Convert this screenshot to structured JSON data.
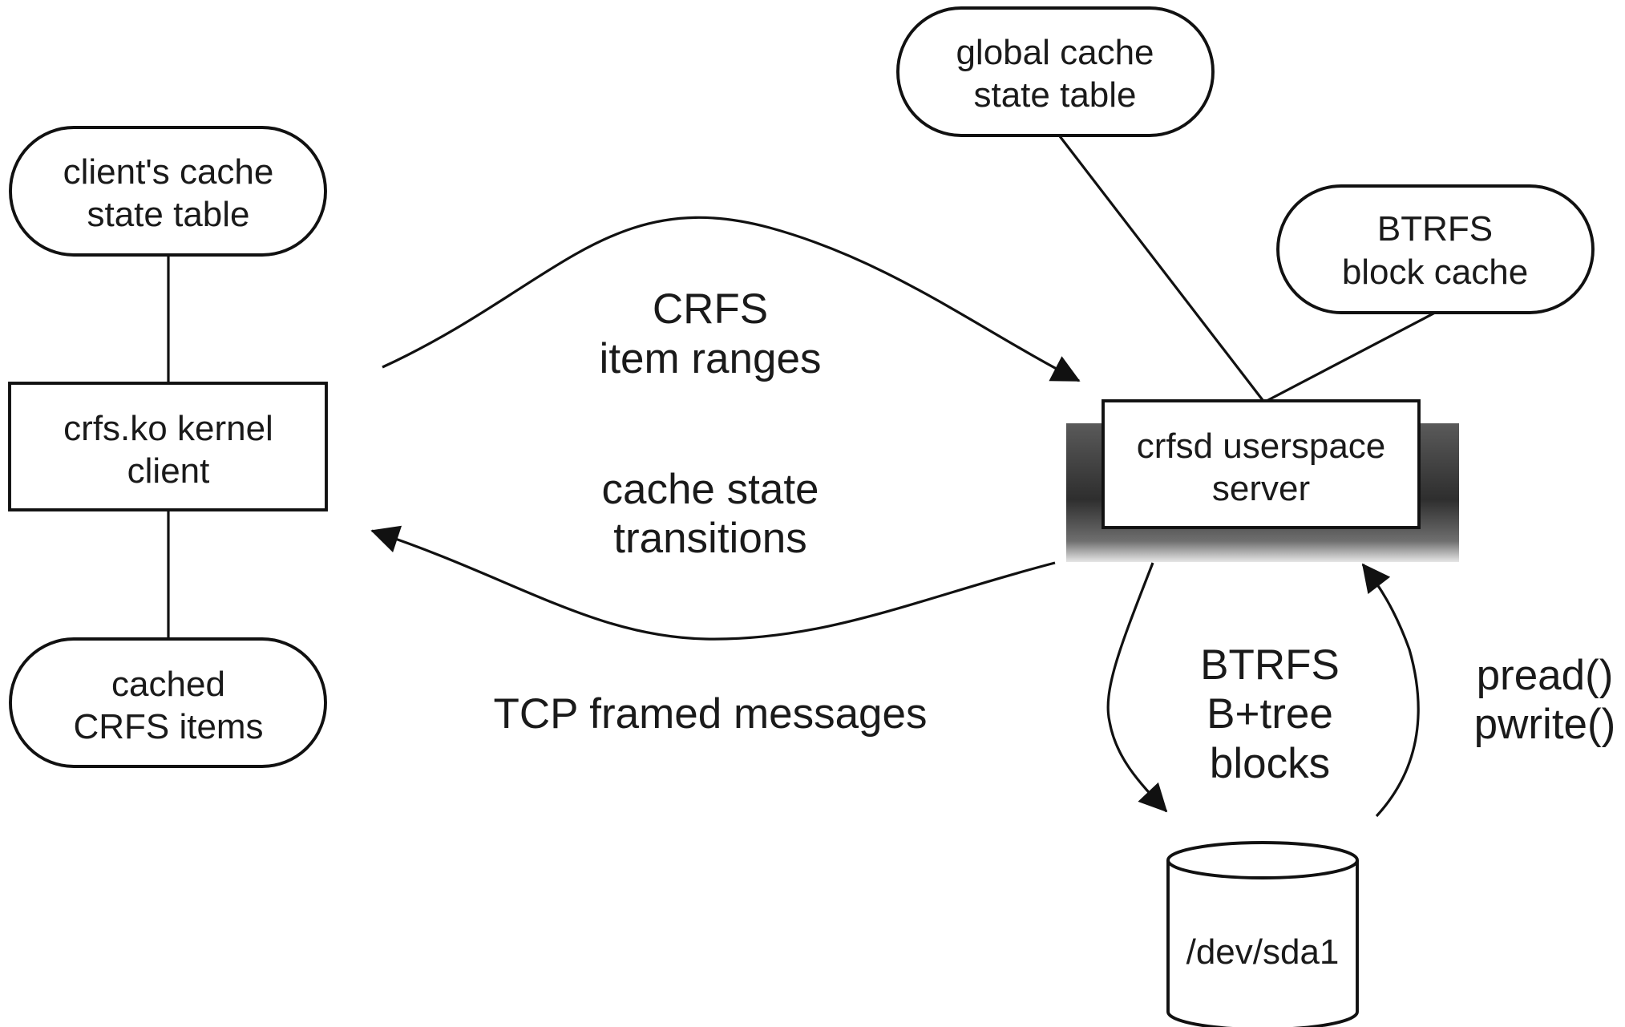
{
  "nodes": {
    "client_state": {
      "lines": [
        "client's cache",
        "state table"
      ]
    },
    "kernel_client": {
      "lines": [
        "crfs.ko kernel",
        "client"
      ]
    },
    "cached_items": {
      "lines": [
        "cached",
        "CRFS items"
      ]
    },
    "global_state": {
      "lines": [
        "global cache",
        "state table"
      ]
    },
    "btrfs_cache": {
      "lines": [
        "BTRFS",
        "block cache"
      ]
    },
    "server": {
      "lines": [
        "crfsd userspace",
        "server"
      ]
    },
    "disk": {
      "label": "/dev/sda1"
    }
  },
  "edges": {
    "item_ranges": {
      "lines": [
        "CRFS",
        "item ranges"
      ]
    },
    "state_transitions": {
      "lines": [
        "cache state",
        "transitions"
      ]
    },
    "tcp": {
      "label": "TCP framed messages"
    },
    "btree_blocks": {
      "lines": [
        "BTRFS",
        "B+tree",
        "blocks"
      ]
    },
    "io_calls": {
      "lines": [
        "pread()",
        "pwrite()"
      ]
    }
  },
  "colors": {
    "stroke": "#111111",
    "text": "#1a1a1a",
    "background": "#ffffff",
    "server_shadow_dark": "#3e3e3e",
    "server_shadow_mid": "#8a8a8a"
  }
}
